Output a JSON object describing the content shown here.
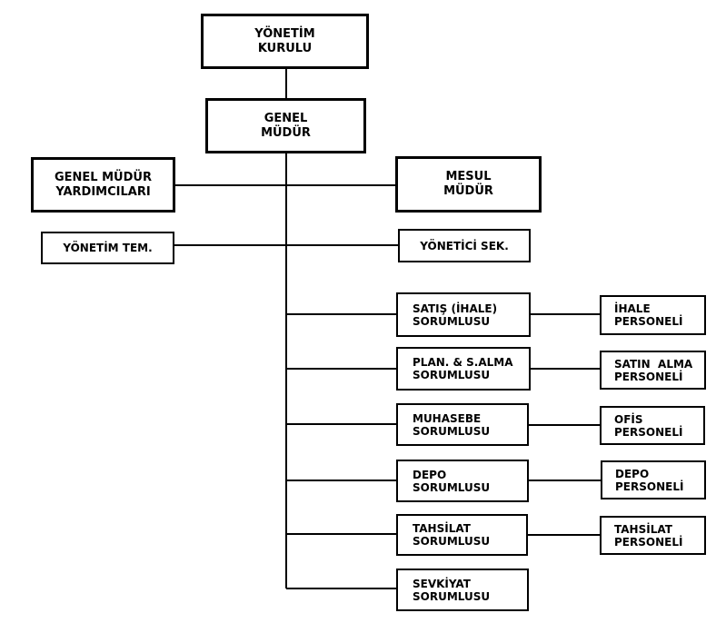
{
  "org_chart": {
    "top": {
      "yonetim_kurulu": [
        "YÖNETİM",
        "KURULU"
      ],
      "genel_mudur": [
        "GENEL",
        "MÜDÜR"
      ]
    },
    "staff": {
      "genel_mudur_yardimcilari": [
        "GENEL MÜDÜR",
        "YARDIMCILARI"
      ],
      "mesul_mudur": [
        "MESUL",
        "MÜDÜR"
      ],
      "yonetim_tem": [
        "YÖNETİM TEM."
      ],
      "yonetici_sek": [
        "YÖNETİCİ SEK."
      ]
    },
    "departments": [
      {
        "lines": [
          "SATIŞ (İHALE)",
          "SORUMLUSU"
        ],
        "personnel": [
          "İHALE",
          "PERSONELİ"
        ]
      },
      {
        "lines": [
          "PLAN. & S.ALMA",
          "SORUMLUSU"
        ],
        "personnel": [
          "SATIN  ALMA",
          "PERSONELİ"
        ]
      },
      {
        "lines": [
          "MUHASEBE",
          "SORUMLUSU"
        ],
        "personnel": [
          "OFİS",
          "PERSONELİ"
        ]
      },
      {
        "lines": [
          "DEPO",
          "SORUMLUSU"
        ],
        "personnel": [
          "DEPO",
          "PERSONELİ"
        ]
      },
      {
        "lines": [
          "TAHSİLAT",
          "SORUMLUSU"
        ],
        "personnel": [
          "TAHSİLAT",
          "PERSONELİ"
        ]
      },
      {
        "lines": [
          "SEVKİYAT",
          "SORUMLUSU"
        ],
        "personnel": []
      }
    ]
  }
}
